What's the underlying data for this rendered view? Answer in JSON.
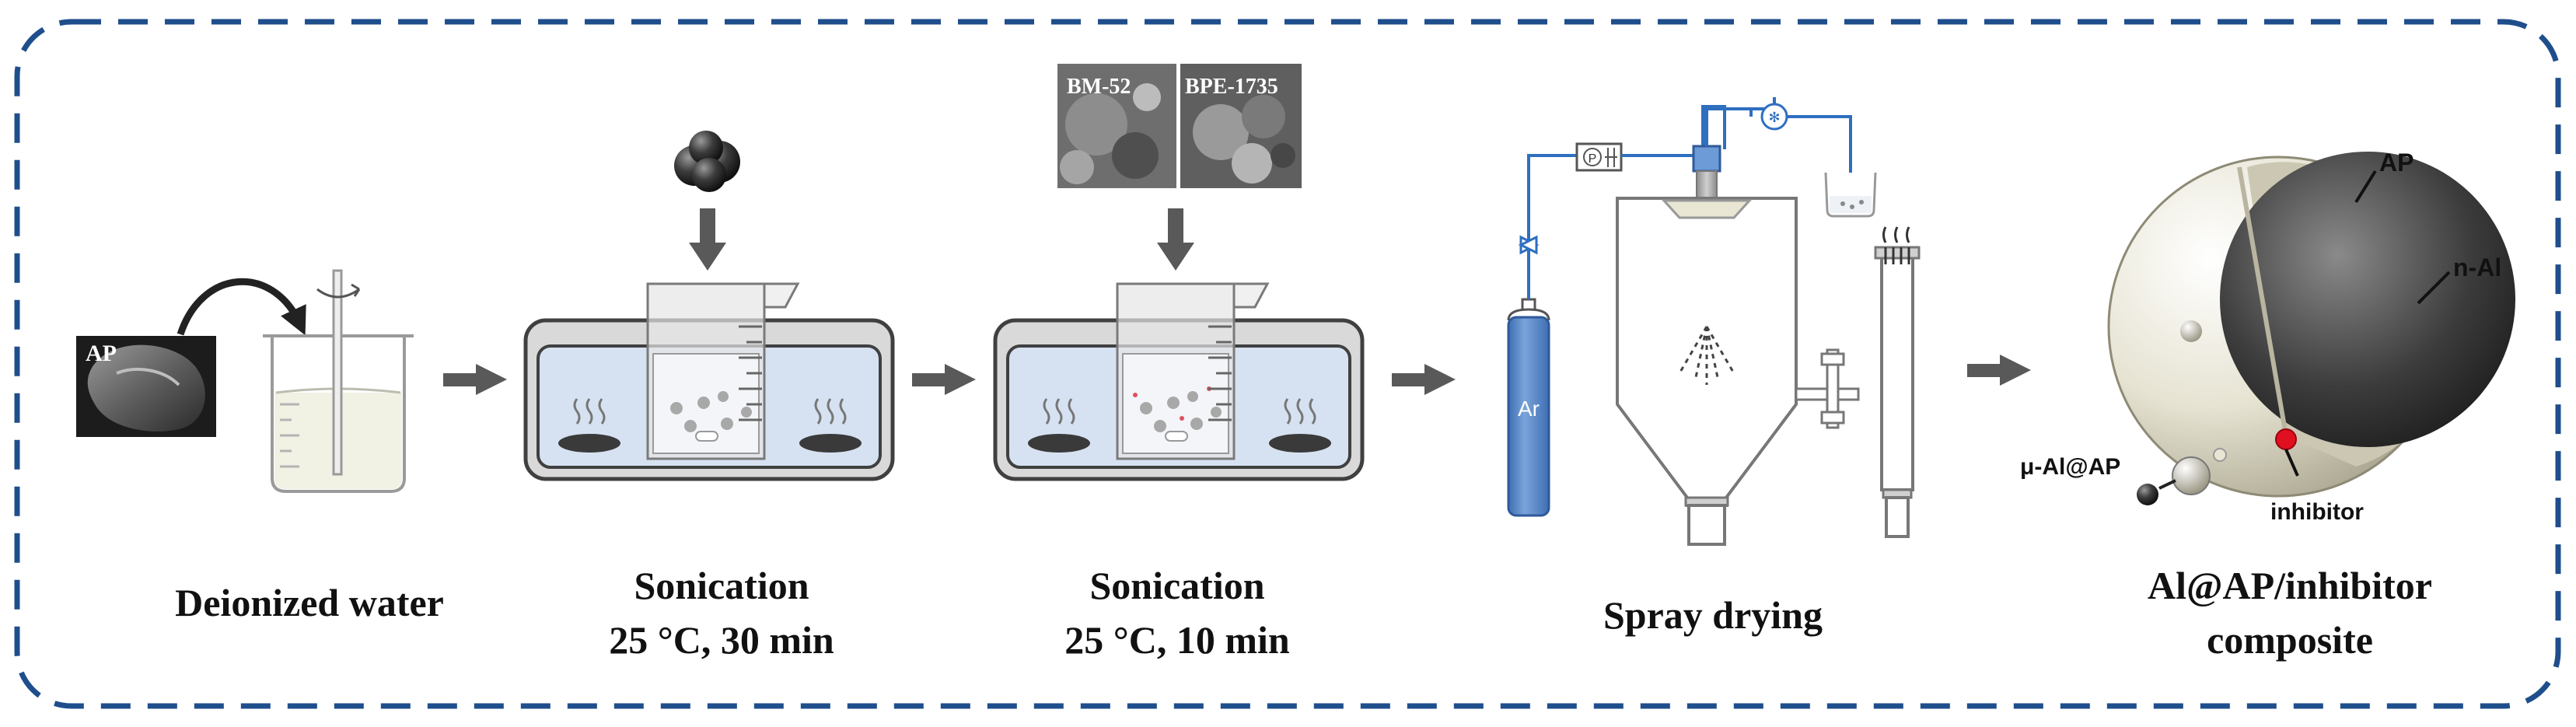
{
  "steps": [
    {
      "id": "deionized",
      "label_lines": [
        "Deionized water"
      ]
    },
    {
      "id": "sonication1",
      "label_lines": [
        "Sonication",
        "25 °C, 30 min"
      ]
    },
    {
      "id": "sonication2",
      "label_lines": [
        "Sonication",
        "25 °C, 10 min"
      ]
    },
    {
      "id": "spray",
      "label_lines": [
        "Spray drying"
      ]
    },
    {
      "id": "composite",
      "label_lines": [
        "Al@AP/inhibitor",
        "composite"
      ]
    }
  ],
  "insets": {
    "ap_sem": "AP",
    "bm52_sem": "BM-52",
    "bpe1735_sem": "BPE-1735"
  },
  "apparatus": {
    "gas_cylinder": "Ar",
    "pump_symbol": "P"
  },
  "sphere_labels": {
    "ap": "AP",
    "n_al": "n-Al",
    "micro_al_ap": "μ-Al@AP",
    "inhibitor": "inhibitor"
  },
  "colors": {
    "frame_dash": "#1f4e8c",
    "flow_arrow": "#595959",
    "bath_water": "#d6e2f2",
    "cylinder_blue": "#5b86c4",
    "pipe_blue": "#2e6fc0",
    "inhibitor_red": "#e01020"
  }
}
